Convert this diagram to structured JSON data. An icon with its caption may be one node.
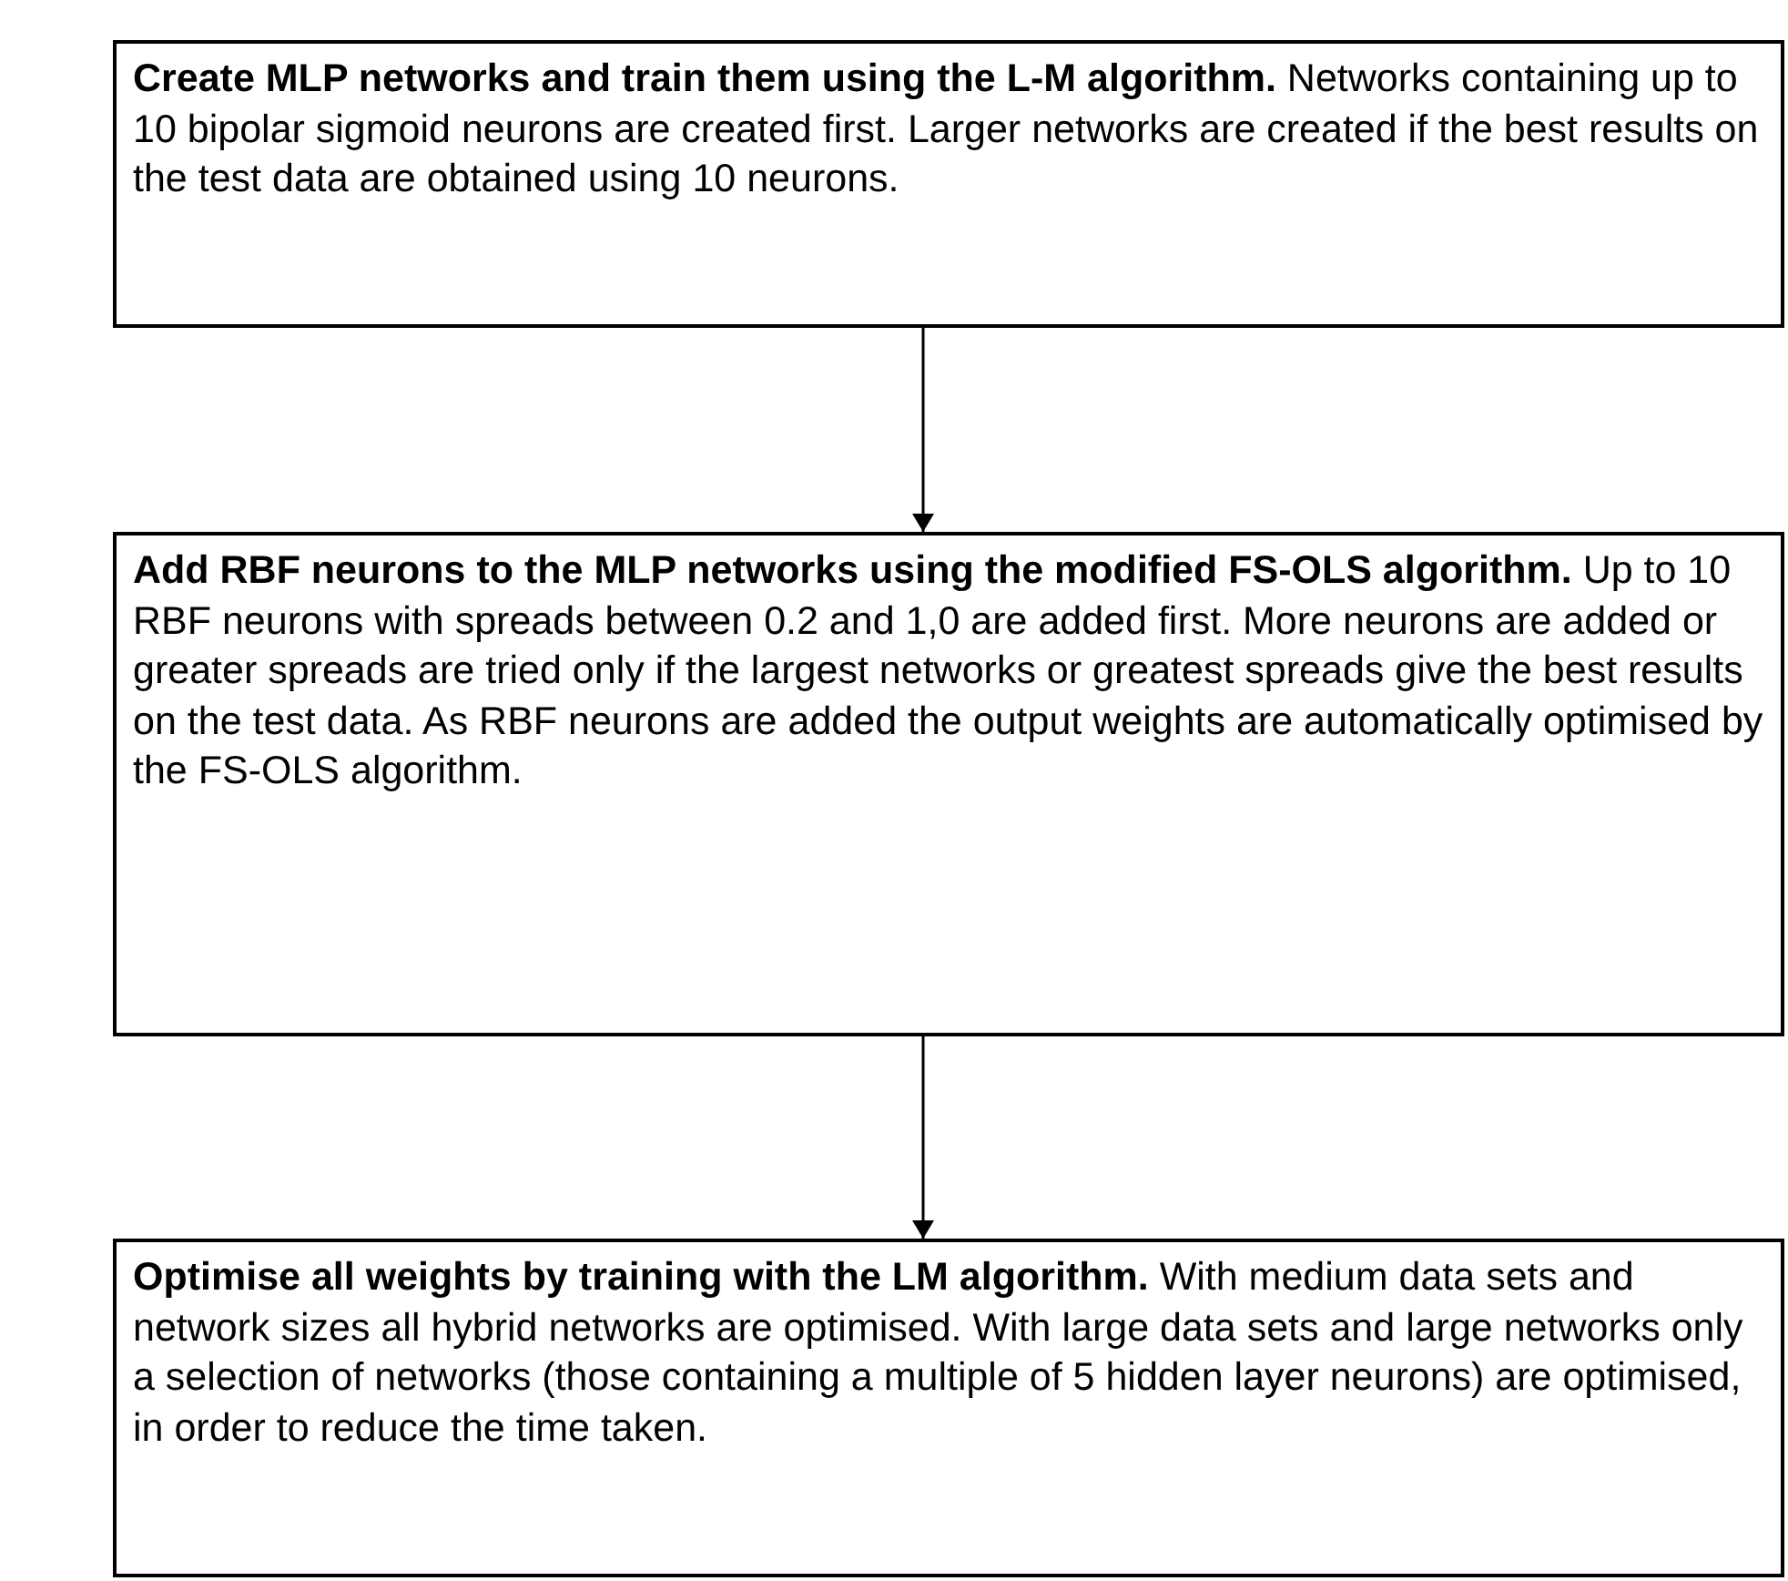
{
  "diagram": {
    "nodes": [
      {
        "text": [
          "**Create MLP networks and train them using the L-M algorithm.** Networks containing up to 10 bipolar sigmoid neurons are created first. Larger networks are created if the best results on the test data are obtained using 10 neurons."
        ]
      },
      {
        "text": [
          "**Add RBF neurons to the MLP networks using the modified FS-OLS algorithm.** Up to 10 RBF neurons with spreads between 0.2 and 1,0 are added first. More neurons are added or greater spreads are tried only if the largest networks or greatest spreads give the best results on the test data. As RBF neurons are added the output weights are automatically optimised by the FS-OLS algorithm."
        ]
      },
      {
        "text": [
          "**Optimise all weights by training with the LM algorithm.** With medium data sets and network sizes all hybrid networks are optimised. With large data sets and large networks only a selection of networks (those containing a multiple of 5 hidden layer neurons) are optimised, in order to reduce the time taken."
        ]
      }
    ],
    "edges": [
      {
        "from": 0,
        "to": 1,
        "arrow": "to"
      },
      {
        "from": 1,
        "to": 2,
        "arrow": "to"
      }
    ]
  }
}
